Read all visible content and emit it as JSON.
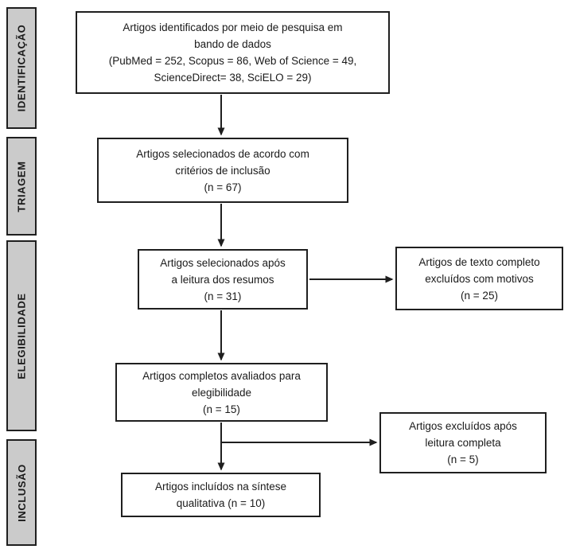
{
  "colors": {
    "stage_fill": "#cbcbcb",
    "border": "#1f1f1f",
    "text": "#1a1a1a",
    "box_fill": "#ffffff",
    "background": "#ffffff"
  },
  "stages": [
    {
      "label": "IDENTIFICAÇÃO"
    },
    {
      "label": "TRIAGEM"
    },
    {
      "label": "ELEGIBILIDADE"
    },
    {
      "label": "INCLUSÃO"
    }
  ],
  "boxes": {
    "identified": {
      "text": "Artigos identificados por meio de pesquisa em\nbando de dados\n(PubMed = 252, Scopus = 86, Web of Science = 49,\nScienceDirect= 38, SciELO = 29)"
    },
    "selected_criteria": {
      "text": "Artigos selecionados de acordo com\ncritérios de inclusão\n(n = 67)"
    },
    "selected_abstracts": {
      "text": "Artigos selecionados após\na leitura dos resumos\n(n = 31)"
    },
    "excluded_fulltext": {
      "text": "Artigos de texto completo\nexcluídos com motivos\n(n = 25)"
    },
    "assessed_eligibility": {
      "text": "Artigos completos avaliados para\nelegibilidade\n(n = 15)"
    },
    "excluded_after_reading": {
      "text": "Artigos excluídos após\nleitura completa\n(n = 5)"
    },
    "included_synthesis": {
      "text": "Artigos incluídos na síntese\nqualitativa (n = 10)"
    }
  },
  "counts": {
    "pubmed": 252,
    "scopus": 86,
    "web_of_science": 49,
    "sciencedirect": 38,
    "scielo": 29,
    "selected_criteria_n": 67,
    "selected_abstracts_n": 31,
    "excluded_fulltext_n": 25,
    "assessed_eligibility_n": 15,
    "excluded_after_reading_n": 5,
    "included_synthesis_n": 10
  }
}
